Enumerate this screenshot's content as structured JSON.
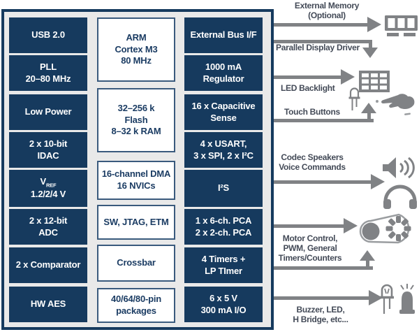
{
  "diagram": {
    "title_semantics": "MCU feature block diagram",
    "colors": {
      "navy": "#163a5e",
      "box_background": "#e9e9e9",
      "arrow_gray": "#808285",
      "label_text": "#434a57",
      "block_text_light": "#ffffff",
      "block_text_dark": "#1b3c63"
    },
    "blocks": {
      "usb": "USB 2.0",
      "pll": "PLL\n20–80 MHz",
      "low_power": "Low Power",
      "idac": "2 x 10-bit\nIDAC",
      "vref_prefix": "V",
      "vref_sub": "REF",
      "vref_value": "1.2/2/4 V",
      "adc": "2 x 12-bit\nADC",
      "comparator": "2 x Comparator",
      "hw_aes": "HW AES",
      "arm_core": "ARM\nCortex M3\n80 MHz",
      "memory": "32–256 k\nFlash\n8–32 k RAM",
      "dma": "16-channel DMA\n16 NVICs",
      "debug": "SW, JTAG, ETM",
      "crossbar": "Crossbar",
      "packages": "40/64/80-pin\npackages",
      "ext_bus": "External Bus I/F",
      "regulator": "1000 mA\nRegulator",
      "cap_sense": "16 x Capacitive\nSense",
      "serial": "4 x USART,\n3 x SPI, 2 x I²C",
      "i2s": "I²S",
      "pca": "1 x 6-ch. PCA\n2 x 2-ch. PCA",
      "timers": "4 Timers +\nLP TImer",
      "io": "6 x 5 V\n300 mA I/O"
    },
    "labels": {
      "external_memory": "External Memory\n(Optional)",
      "parallel_display": "Parallel Display Driver",
      "led_backlight": "LED Backlight",
      "touch_buttons": "Touch Buttons",
      "codec": "Codec Speakers\nVoice Commands",
      "motor": "Motor Control,\nPWM, General\nTimers/Counters",
      "buzzer": "Buzzer, LED,\nH Bridge, etc..."
    },
    "icons": {
      "ram": "ram-module-icon",
      "led_panel": "led-panel-icon",
      "led_small": "led-icon",
      "hand": "touch-hand-icon",
      "speaker": "speaker-icon",
      "headphones": "headphones-icon",
      "motor": "motor-pulley-icon",
      "led_bottom": "led-icon",
      "buzzer": "buzzer-icon"
    }
  }
}
